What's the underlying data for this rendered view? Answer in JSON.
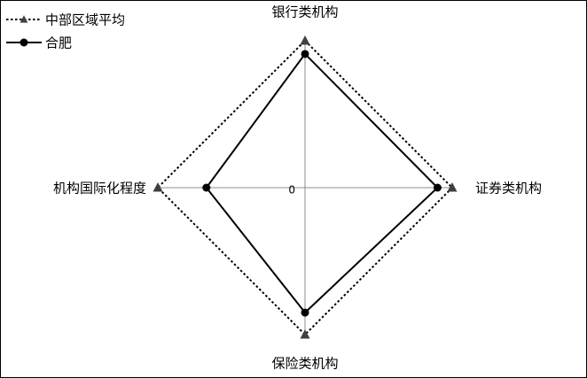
{
  "chart_data": {
    "type": "radar",
    "title": "",
    "axes": [
      "银行类机构",
      "证券类机构",
      "保险类机构",
      "机构国际化程度"
    ],
    "center_label": "0",
    "max": 1.0,
    "series": [
      {
        "name": "中部区域平均",
        "values": [
          1.0,
          1.0,
          1.0,
          1.0
        ],
        "color": "#000000",
        "line": "dotted",
        "marker": "triangle",
        "marker_color": "#404040"
      },
      {
        "name": "合肥",
        "values": [
          0.91,
          0.9,
          0.85,
          0.67
        ],
        "color": "#000000",
        "line": "solid",
        "marker": "circle",
        "marker_color": "#000000"
      }
    ],
    "legend_position": "top-left",
    "grid": true
  }
}
